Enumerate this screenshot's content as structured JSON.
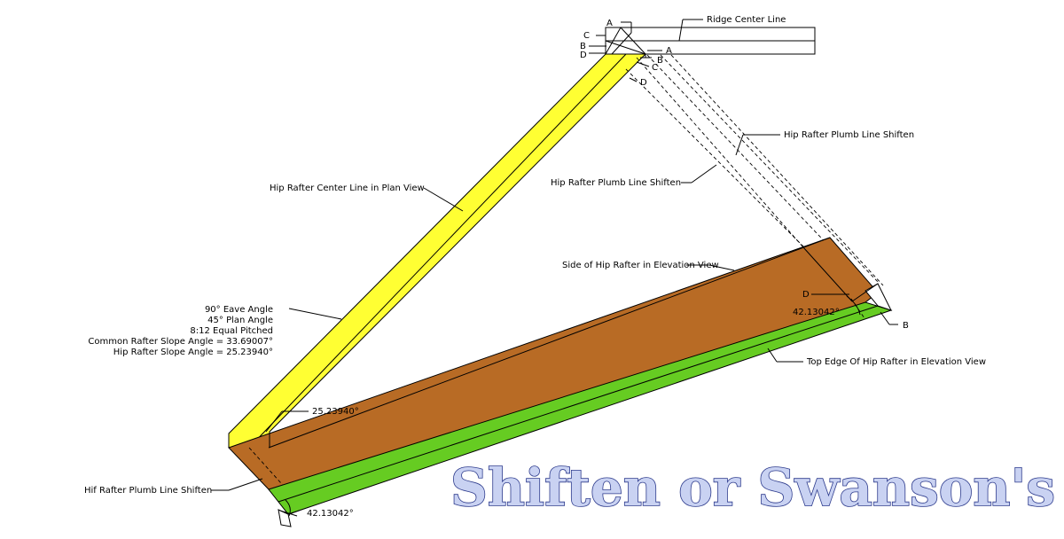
{
  "labels": {
    "ridge_center_line": "Ridge Center Line",
    "hip_plumb_shiften_right": "Hip Rafter Plumb Line Shiften",
    "hip_plumb_shiften_mid": "Hip Rafter Plumb Line Shiften",
    "hip_center_plan": "Hip Rafter Center Line in Plan View",
    "side_elevation": "Side of Hip Rafter in Elevation View",
    "top_edge_elevation": "Top Edge Of Hip Rafter in Elevation View",
    "hif_plumb_shiften": "Hif Rafter Plumb Line Shiften"
  },
  "specs": [
    "90° Eave Angle",
    "45° Plan Angle",
    "8:12 Equal Pitched",
    "Common Rafter Slope Angle = 33.69007°",
    "Hip Rafter Slope Angle = 25.23940°"
  ],
  "angles": {
    "hip_slope": "25.23940°",
    "top_right": "42.13042°",
    "bottom_left": "42.13042°"
  },
  "letters": {
    "a": "A",
    "b": "B",
    "c": "C",
    "d": "D"
  },
  "watermark": "Shiften or Swanson's",
  "colors": {
    "plan_view": "#ffff33",
    "side_elevation": "#b86b25",
    "top_edge": "#66cc22",
    "watermark_fill": "#c9d2f2",
    "watermark_stroke": "#2c3a8c"
  }
}
